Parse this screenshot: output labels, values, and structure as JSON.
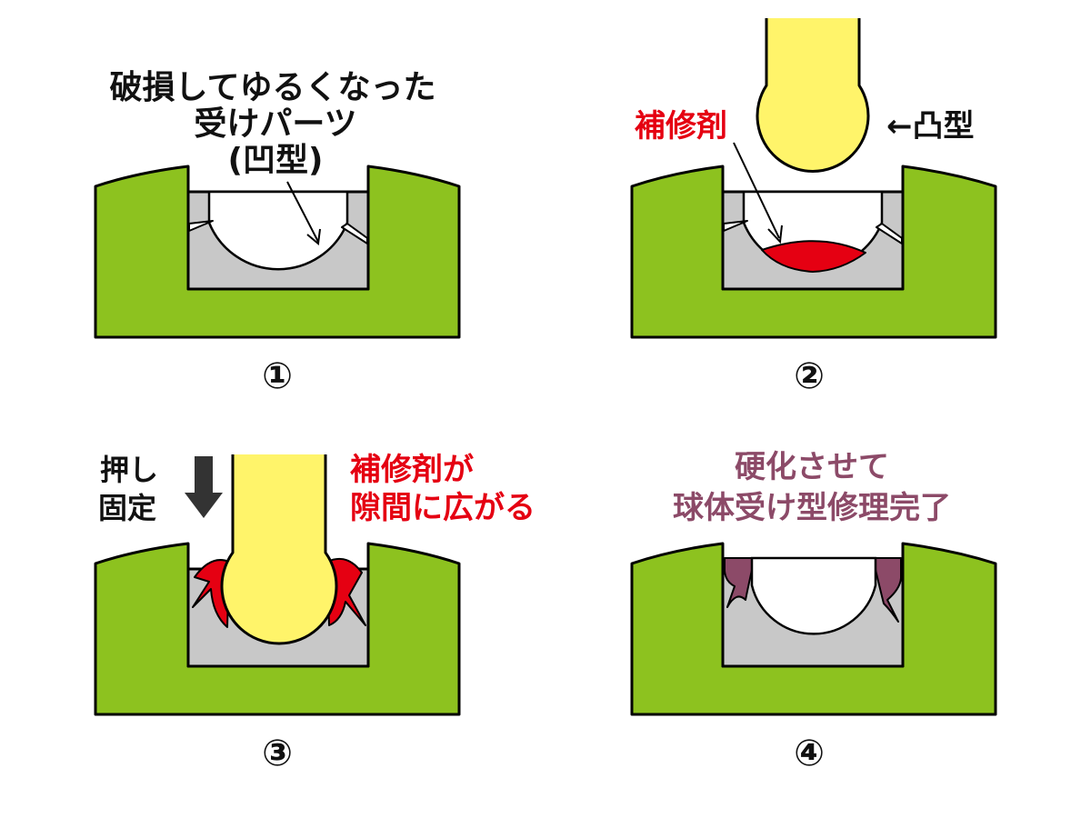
{
  "colors": {
    "ground": "#8dc21f",
    "socket": "#c8c8c8",
    "ball": "#fff46a",
    "adhesive": "#e50012",
    "cured": "#8c4a68",
    "outline": "#000000",
    "arrow_dark": "#333333"
  },
  "panel1": {
    "caption_line1": "破損してゆるくなった",
    "caption_line2": "受けパーツ",
    "caption_line3": "(凹型)",
    "number": "①"
  },
  "panel2": {
    "adhesive_label": "補修剤",
    "convex_label": "←凸型",
    "number": "②"
  },
  "panel3": {
    "press_line1": "押し",
    "press_line2": "固定",
    "spread_line1": "補修剤が",
    "spread_line2": "隙間に広がる",
    "number": "③",
    "arrow_icon": "down-arrow-icon"
  },
  "panel4": {
    "caption_line1": "硬化させて",
    "caption_line2": "球体受け型修理完了",
    "number": "④"
  }
}
